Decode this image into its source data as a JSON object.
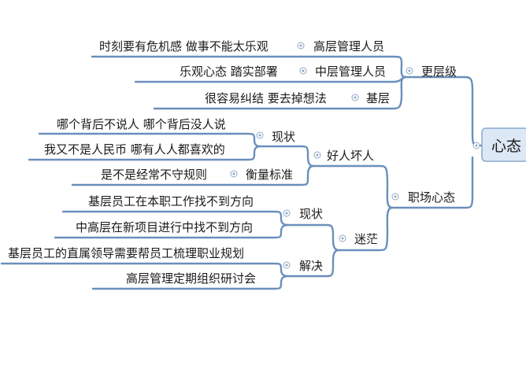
{
  "root": {
    "label": "心态"
  },
  "branches": [
    {
      "label": "更层级",
      "children": [
        {
          "label": "高层管理人员",
          "children": [
            "时刻要有危机感 做事不能太乐观"
          ]
        },
        {
          "label": "中层管理人员",
          "children": [
            "乐观心态 踏实部署"
          ]
        },
        {
          "label": "基层",
          "children": [
            "很容易纠结 要去掉想法"
          ]
        }
      ]
    },
    {
      "label": "职场心态",
      "children": [
        {
          "label": "好人坏人",
          "children": [
            {
              "label": "现状",
              "children": [
                "哪个背后不说人 哪个背后没人说",
                "我又不是人民币 哪有人人都喜欢的"
              ]
            },
            {
              "label": "衡量标准",
              "children": [
                "是不是经常不守规则"
              ]
            }
          ]
        },
        {
          "label": "迷茫",
          "children": [
            {
              "label": "现状",
              "children": [
                "基层员工在本职工作找不到方向",
                "中高层在新项目进行中找不到方向"
              ]
            },
            {
              "label": "解决",
              "children": [
                "基层员工的直属领导需要帮员工梳理职业规划",
                "高层管理定期组织研讨会"
              ]
            }
          ]
        }
      ]
    }
  ],
  "colors": {
    "line": "#6a8fbb",
    "root_fill": "#dce8f5",
    "root_border": "#8aa8cc"
  }
}
